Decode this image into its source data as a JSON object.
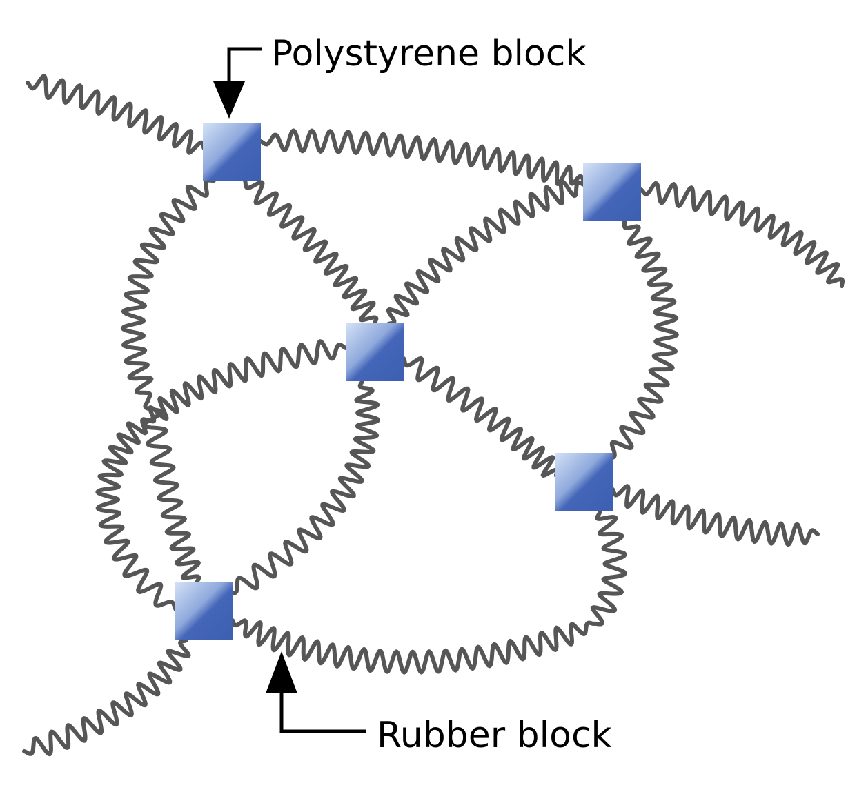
{
  "labels": {
    "polystyrene": "Polystyrene block",
    "rubber": "Rubber block"
  },
  "colors": {
    "chain": "#565656",
    "block_dark": "#3f63b5",
    "block_light": "#bcd0ee",
    "arrow": "#000000",
    "text": "#000000"
  },
  "legend": [
    {
      "name": "polystyrene-block",
      "shape": "blue-square",
      "icon": "square-block-icon"
    },
    {
      "name": "rubber-block",
      "shape": "coiled-chain",
      "icon": "coil-chain-icon"
    }
  ]
}
